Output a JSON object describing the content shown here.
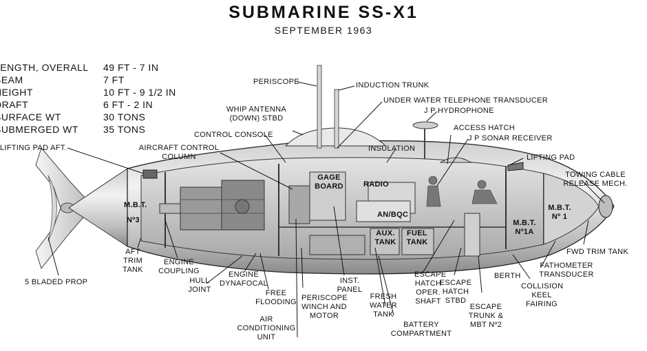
{
  "title": "SUBMARINE SS-X1",
  "date": "SEPTEMBER 1963",
  "specs": [
    {
      "name": "LENGTH, OVERALL",
      "value": "49 FT - 7 IN"
    },
    {
      "name": "BEAM",
      "value": "7 FT"
    },
    {
      "name": "HEIGHT",
      "value": "10 FT - 9 1/2 IN"
    },
    {
      "name": "DRAFT",
      "value": "6 FT - 2 IN"
    },
    {
      "name": "SURFACE WT",
      "value": "30 TONS"
    },
    {
      "name": "SUBMERGED WT",
      "value": "35 TONS"
    }
  ],
  "labels": {
    "periscope": "PERISCOPE",
    "induction_trunk": "INDUCTION TRUNK",
    "uw_telephone": "UNDER WATER TELEPHONE TRANSDUCER",
    "jp_hydrophone": "J P HYDROPHONE",
    "whip_antenna": "WHIP ANTENNA (DOWN) STBD",
    "access_hatch": "ACCESS HATCH",
    "jp_sonar": "J P SONAR RECEIVER",
    "control_console": "CONTROL CONSOLE",
    "lifting_pad_aft": "LIFTING PAD AFT.",
    "aircraft_control": "AIRCRAFT CONTROL COLUMN",
    "insulation": "INSULATION",
    "lifting_pad": "LIFTING PAD",
    "towing_cable": "TOWING CABLE RELEASE MECH.",
    "gage_board": "GAGE BOARD",
    "radio": "RADIO",
    "mbt": "M.B.T.",
    "no3": "Nº3",
    "an_bqc": "AN/BQC",
    "aux_tank": "AUX. TANK",
    "fuel_tank": "FUEL TANK",
    "mbt_1a": "M.B.T. Nº1A",
    "mbt_1": "M.B.T. Nº 1",
    "fwd_trim": "FWD TRIM TANK",
    "aft_trim": "AFT TRIM TANK",
    "engine_coupling": "ENGINE COUPLING",
    "hull_joint": "HULL JOINT",
    "engine_dynafocal": "ENGINE DYNAFOCAL",
    "free_flooding": "FREE FLOODING",
    "periscope_winch": "PERISCOPE WINCH AND MOTOR",
    "inst_panel": "INST. PANEL",
    "fresh_water": "FRESH WATER TANK",
    "escape_hatch_oper": "ESCAPE HATCH OPER. SHAFT",
    "escape_hatch_stbd": "ESCAPE HATCH STBD",
    "berth": "BERTH",
    "fathometer": "FATHOMETER TRANSDUCER",
    "collision_keel": "COLLISION KEEL FAIRING",
    "escape_trunk": "ESCAPE TRUNK & MBT Nº2",
    "battery": "BATTERY COMPARTMENT",
    "air_conditioning": "AIR CONDITIONING UNIT",
    "prop": "5 BLADED PROP"
  }
}
